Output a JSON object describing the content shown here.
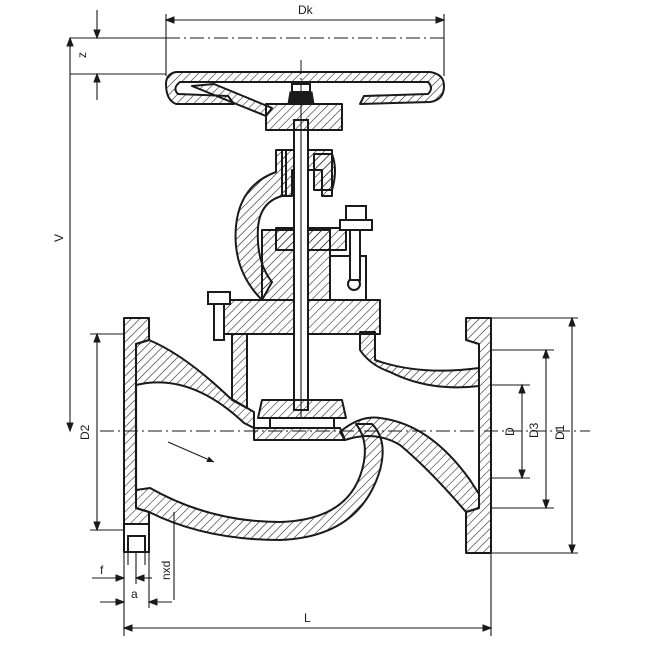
{
  "labels": {
    "dk": "Dk",
    "z": "z",
    "v": "V",
    "d2": "D2",
    "d": "D",
    "d1": "D1",
    "d3": "D3",
    "l": "L",
    "f": "f",
    "a": "a",
    "nxd": "nxd"
  }
}
